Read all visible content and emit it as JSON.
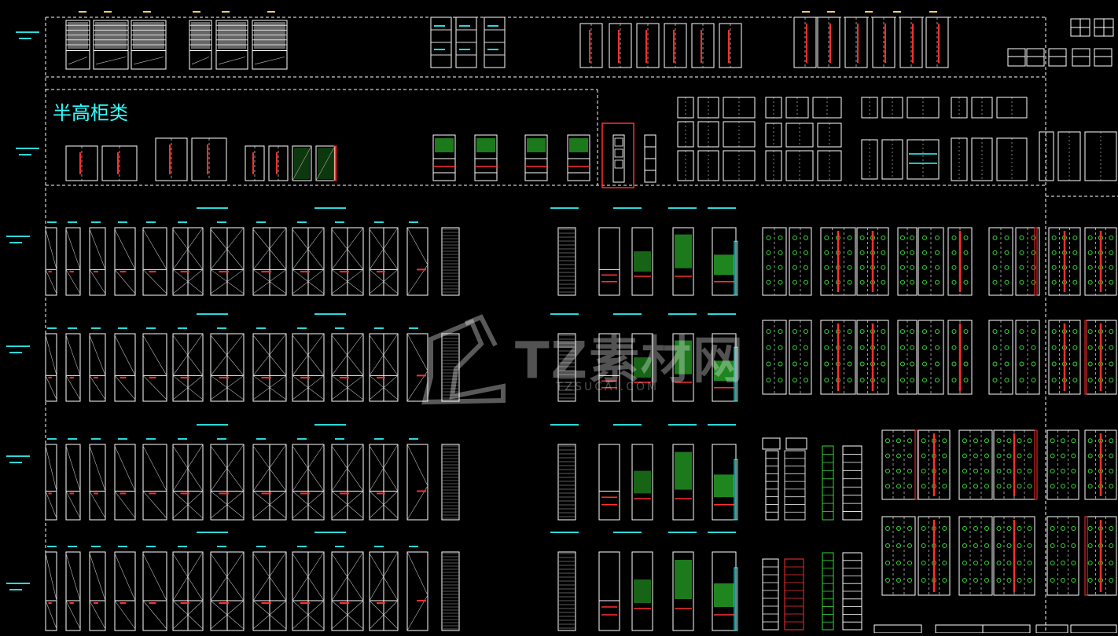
{
  "drawing": {
    "section_title": "半高柜类",
    "colors": {
      "background": "#000000",
      "frame": "#ffffff",
      "label": "#33ffff",
      "accent": "#ff3030",
      "hatch": "#33dd33",
      "dim": "#ffd060"
    }
  },
  "watermark": {
    "text": "TZ素材网",
    "subtext": "TZSUCAI.COM"
  }
}
